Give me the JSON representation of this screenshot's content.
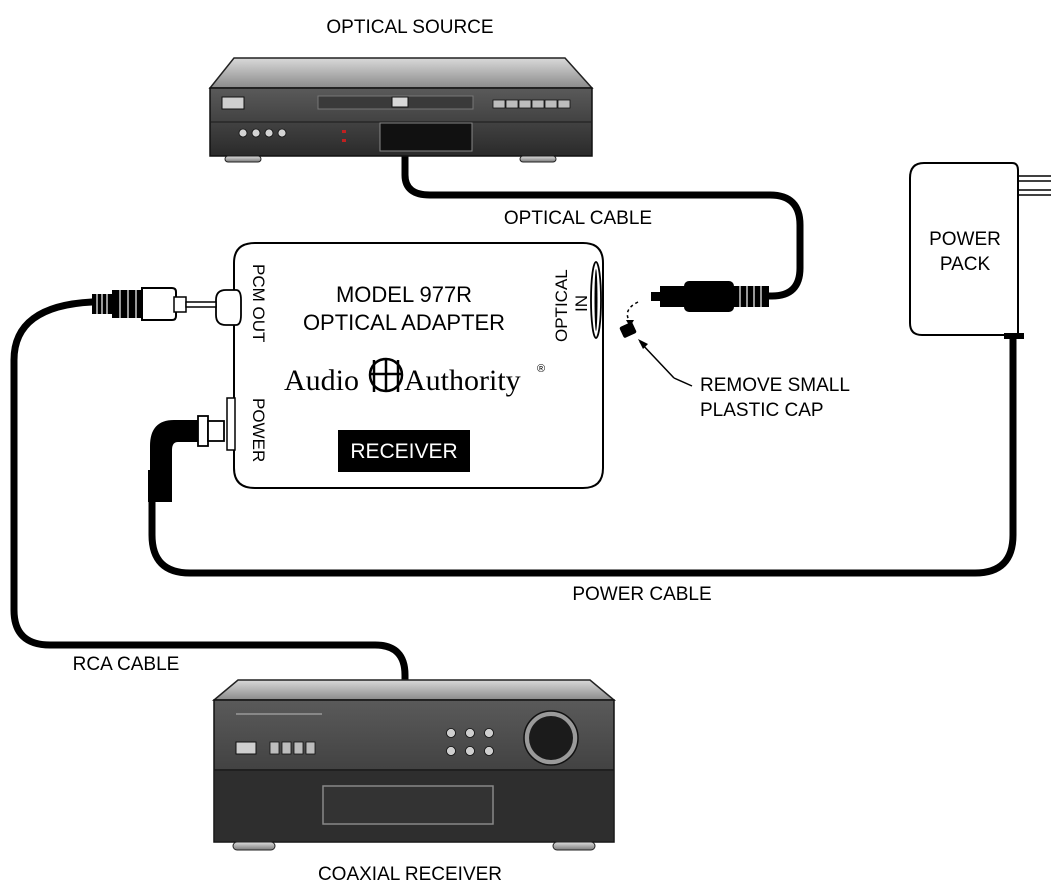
{
  "labels": {
    "optical_source": "OPTICAL SOURCE",
    "optical_cable": "OPTICAL CABLE",
    "power_pack_line1": "POWER",
    "power_pack_line2": "PACK",
    "remove_cap_line1": "REMOVE SMALL",
    "remove_cap_line2": "PLASTIC CAP",
    "power_cable": "POWER CABLE",
    "rca_cable": "RCA CABLE",
    "coaxial_receiver": "COAXIAL RECEIVER"
  },
  "adapter": {
    "model_line1": "MODEL 977R",
    "model_line2": "OPTICAL ADAPTER",
    "brand_left": "Audio",
    "brand_right": "Authority",
    "brand_mark": "®",
    "pcm_out": "PCM OUT",
    "power": "POWER",
    "optical_line1": "OPTICAL",
    "optical_line2": "IN",
    "badge": "RECEIVER"
  },
  "icons": {
    "optical_source": "dvd-player-icon",
    "receiver": "av-receiver-icon",
    "power_pack": "wall-adapter-icon",
    "logo": "audio-authority-logo-icon"
  }
}
